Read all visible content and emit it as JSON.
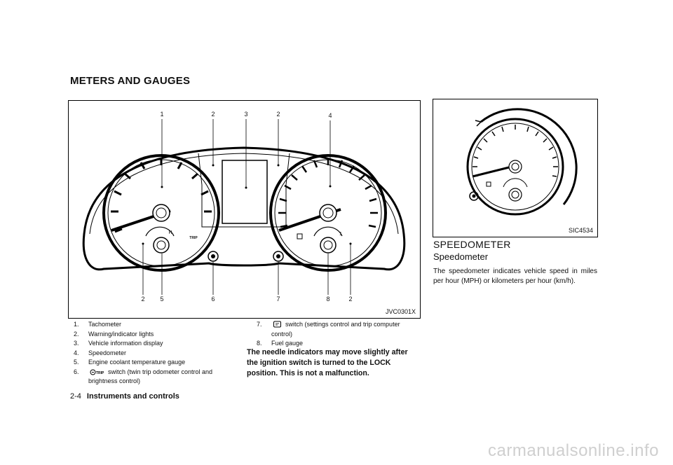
{
  "section_title": "METERS AND GAUGES",
  "figure1": {
    "code": "JVC0301X",
    "callouts_top": [
      "1",
      "2",
      "3",
      "2",
      "4"
    ],
    "callouts_bottom": [
      "2",
      "5",
      "6",
      "7",
      "8",
      "2"
    ],
    "gauge_marks": [
      "H",
      "TRIP",
      "1"
    ]
  },
  "figure2": {
    "code": "SIC4534"
  },
  "list_left": [
    {
      "num": "1.",
      "text": "Tachometer"
    },
    {
      "num": "2.",
      "text": "Warning/indicator lights"
    },
    {
      "num": "3.",
      "text": "Vehicle information display"
    },
    {
      "num": "4.",
      "text": "Speedometer"
    },
    {
      "num": "5.",
      "text": "Engine coolant temperature gauge"
    },
    {
      "num": "6.",
      "text": "switch (twin trip odometer control and",
      "cont": "brightness control)"
    }
  ],
  "list_right": [
    {
      "num": "7.",
      "text": "switch (settings control and trip computer",
      "cont": "control)"
    },
    {
      "num": "8.",
      "text": "Fuel gauge"
    }
  ],
  "warning": "The needle indicators may move slightly after the ignition switch is turned to the LOCK position. This is not a malfunction.",
  "right_column": {
    "heading": "SPEEDOMETER",
    "subheading": "Speedometer",
    "paragraph": "The speedometer indicates vehicle speed in miles per hour (MPH) or kilometers per hour (km/h)."
  },
  "footer": {
    "page": "2-4",
    "section": "Instruments and controls"
  },
  "watermark": "carmanualsonline.info"
}
